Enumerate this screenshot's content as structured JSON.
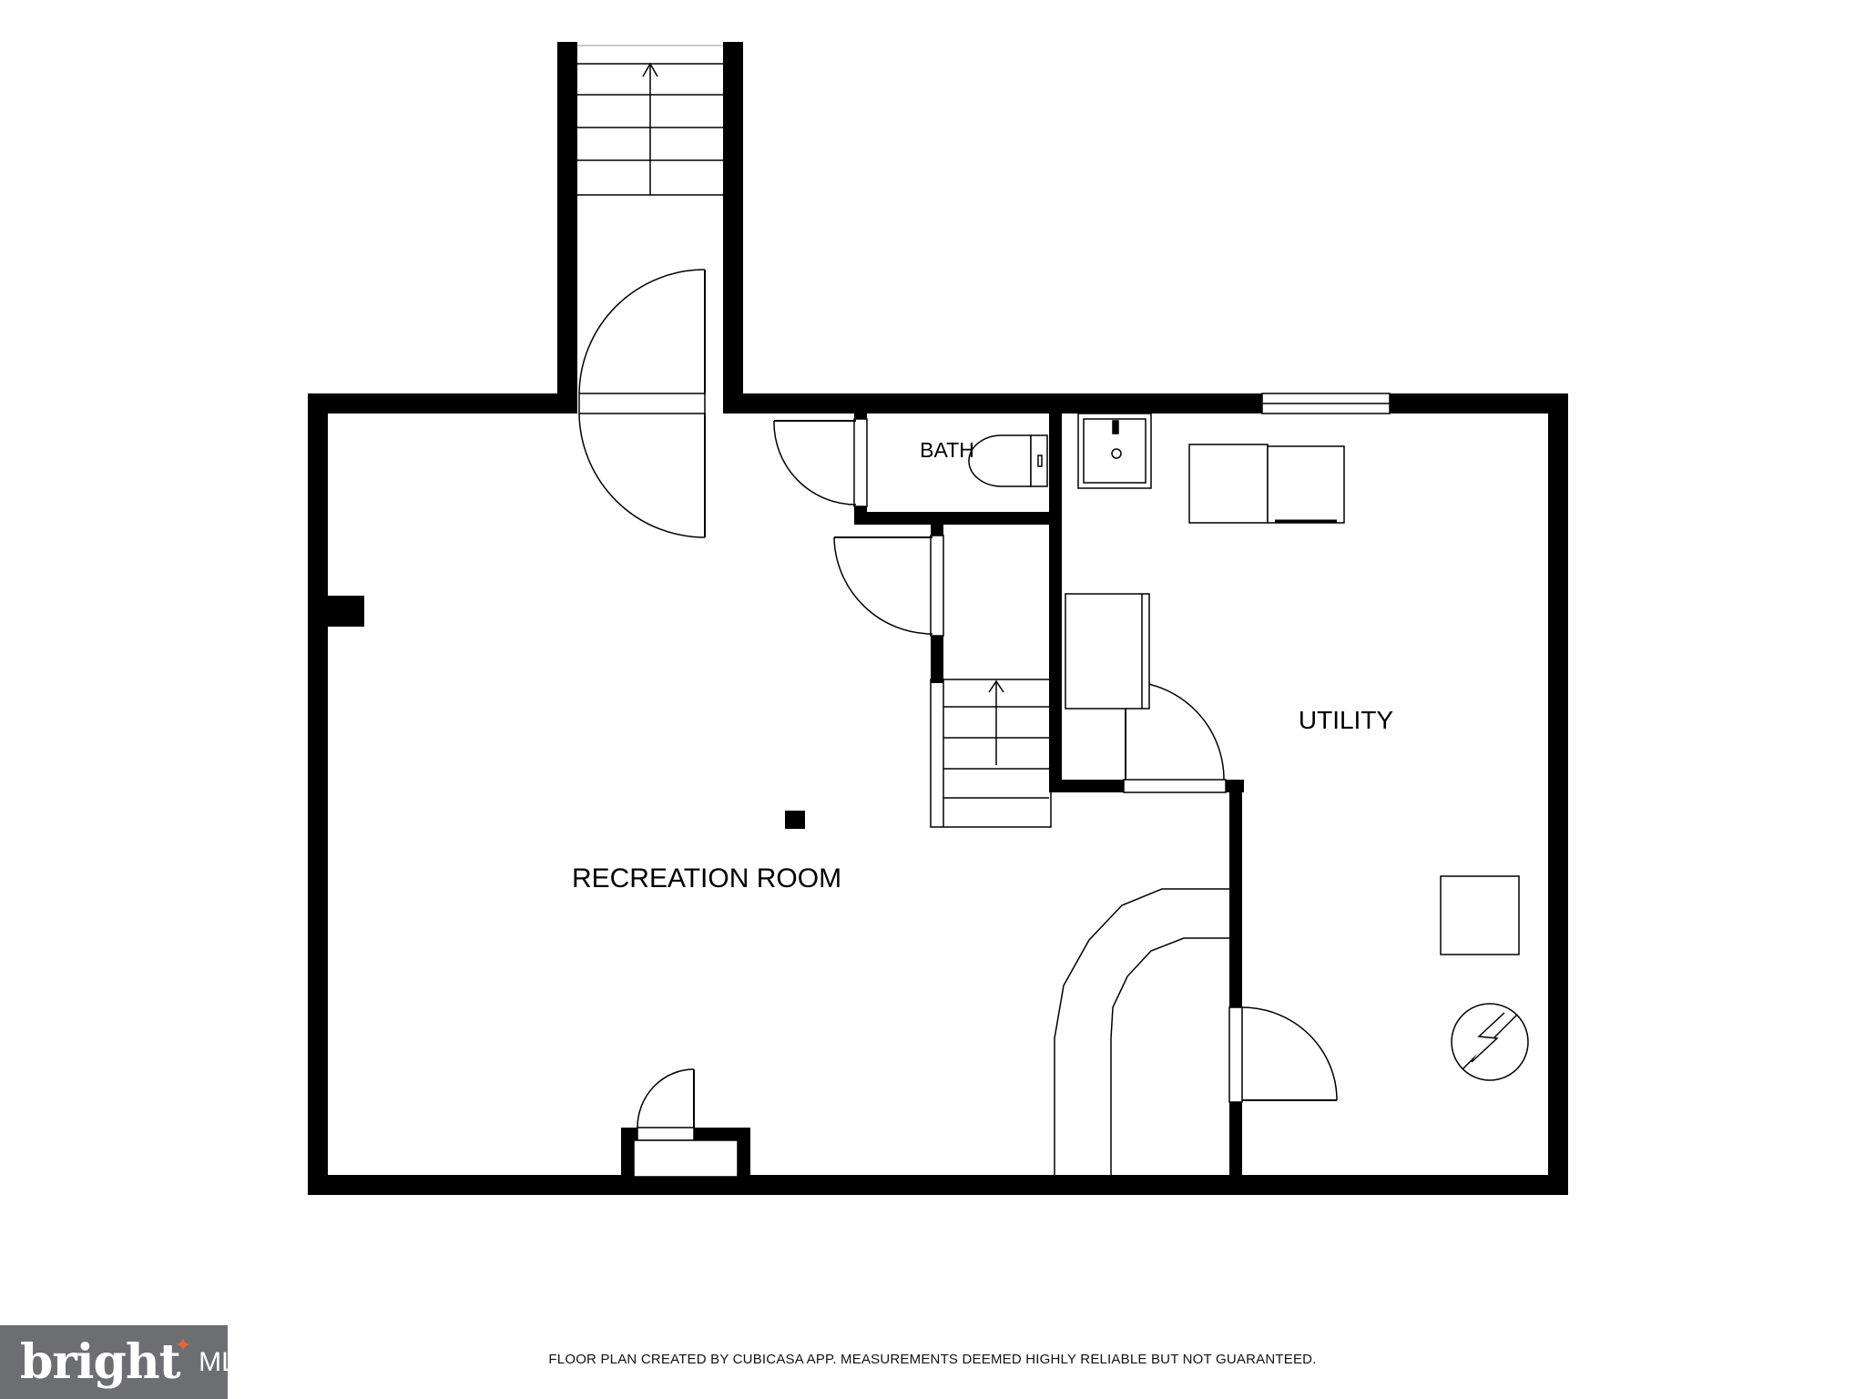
{
  "rooms": {
    "recreation": "RECREATION ROOM",
    "bath": "BATH",
    "utility": "UTILITY"
  },
  "footer": {
    "disclaimer": "FLOOR PLAN CREATED BY CUBICASA APP. MEASUREMENTS DEEMED HIGHLY RELIABLE BUT NOT GUARANTEED."
  },
  "logo": {
    "word": "bright",
    "suffix": "MLS",
    "accent_color": "#e0693a",
    "bg_color": "#6d6e71"
  }
}
